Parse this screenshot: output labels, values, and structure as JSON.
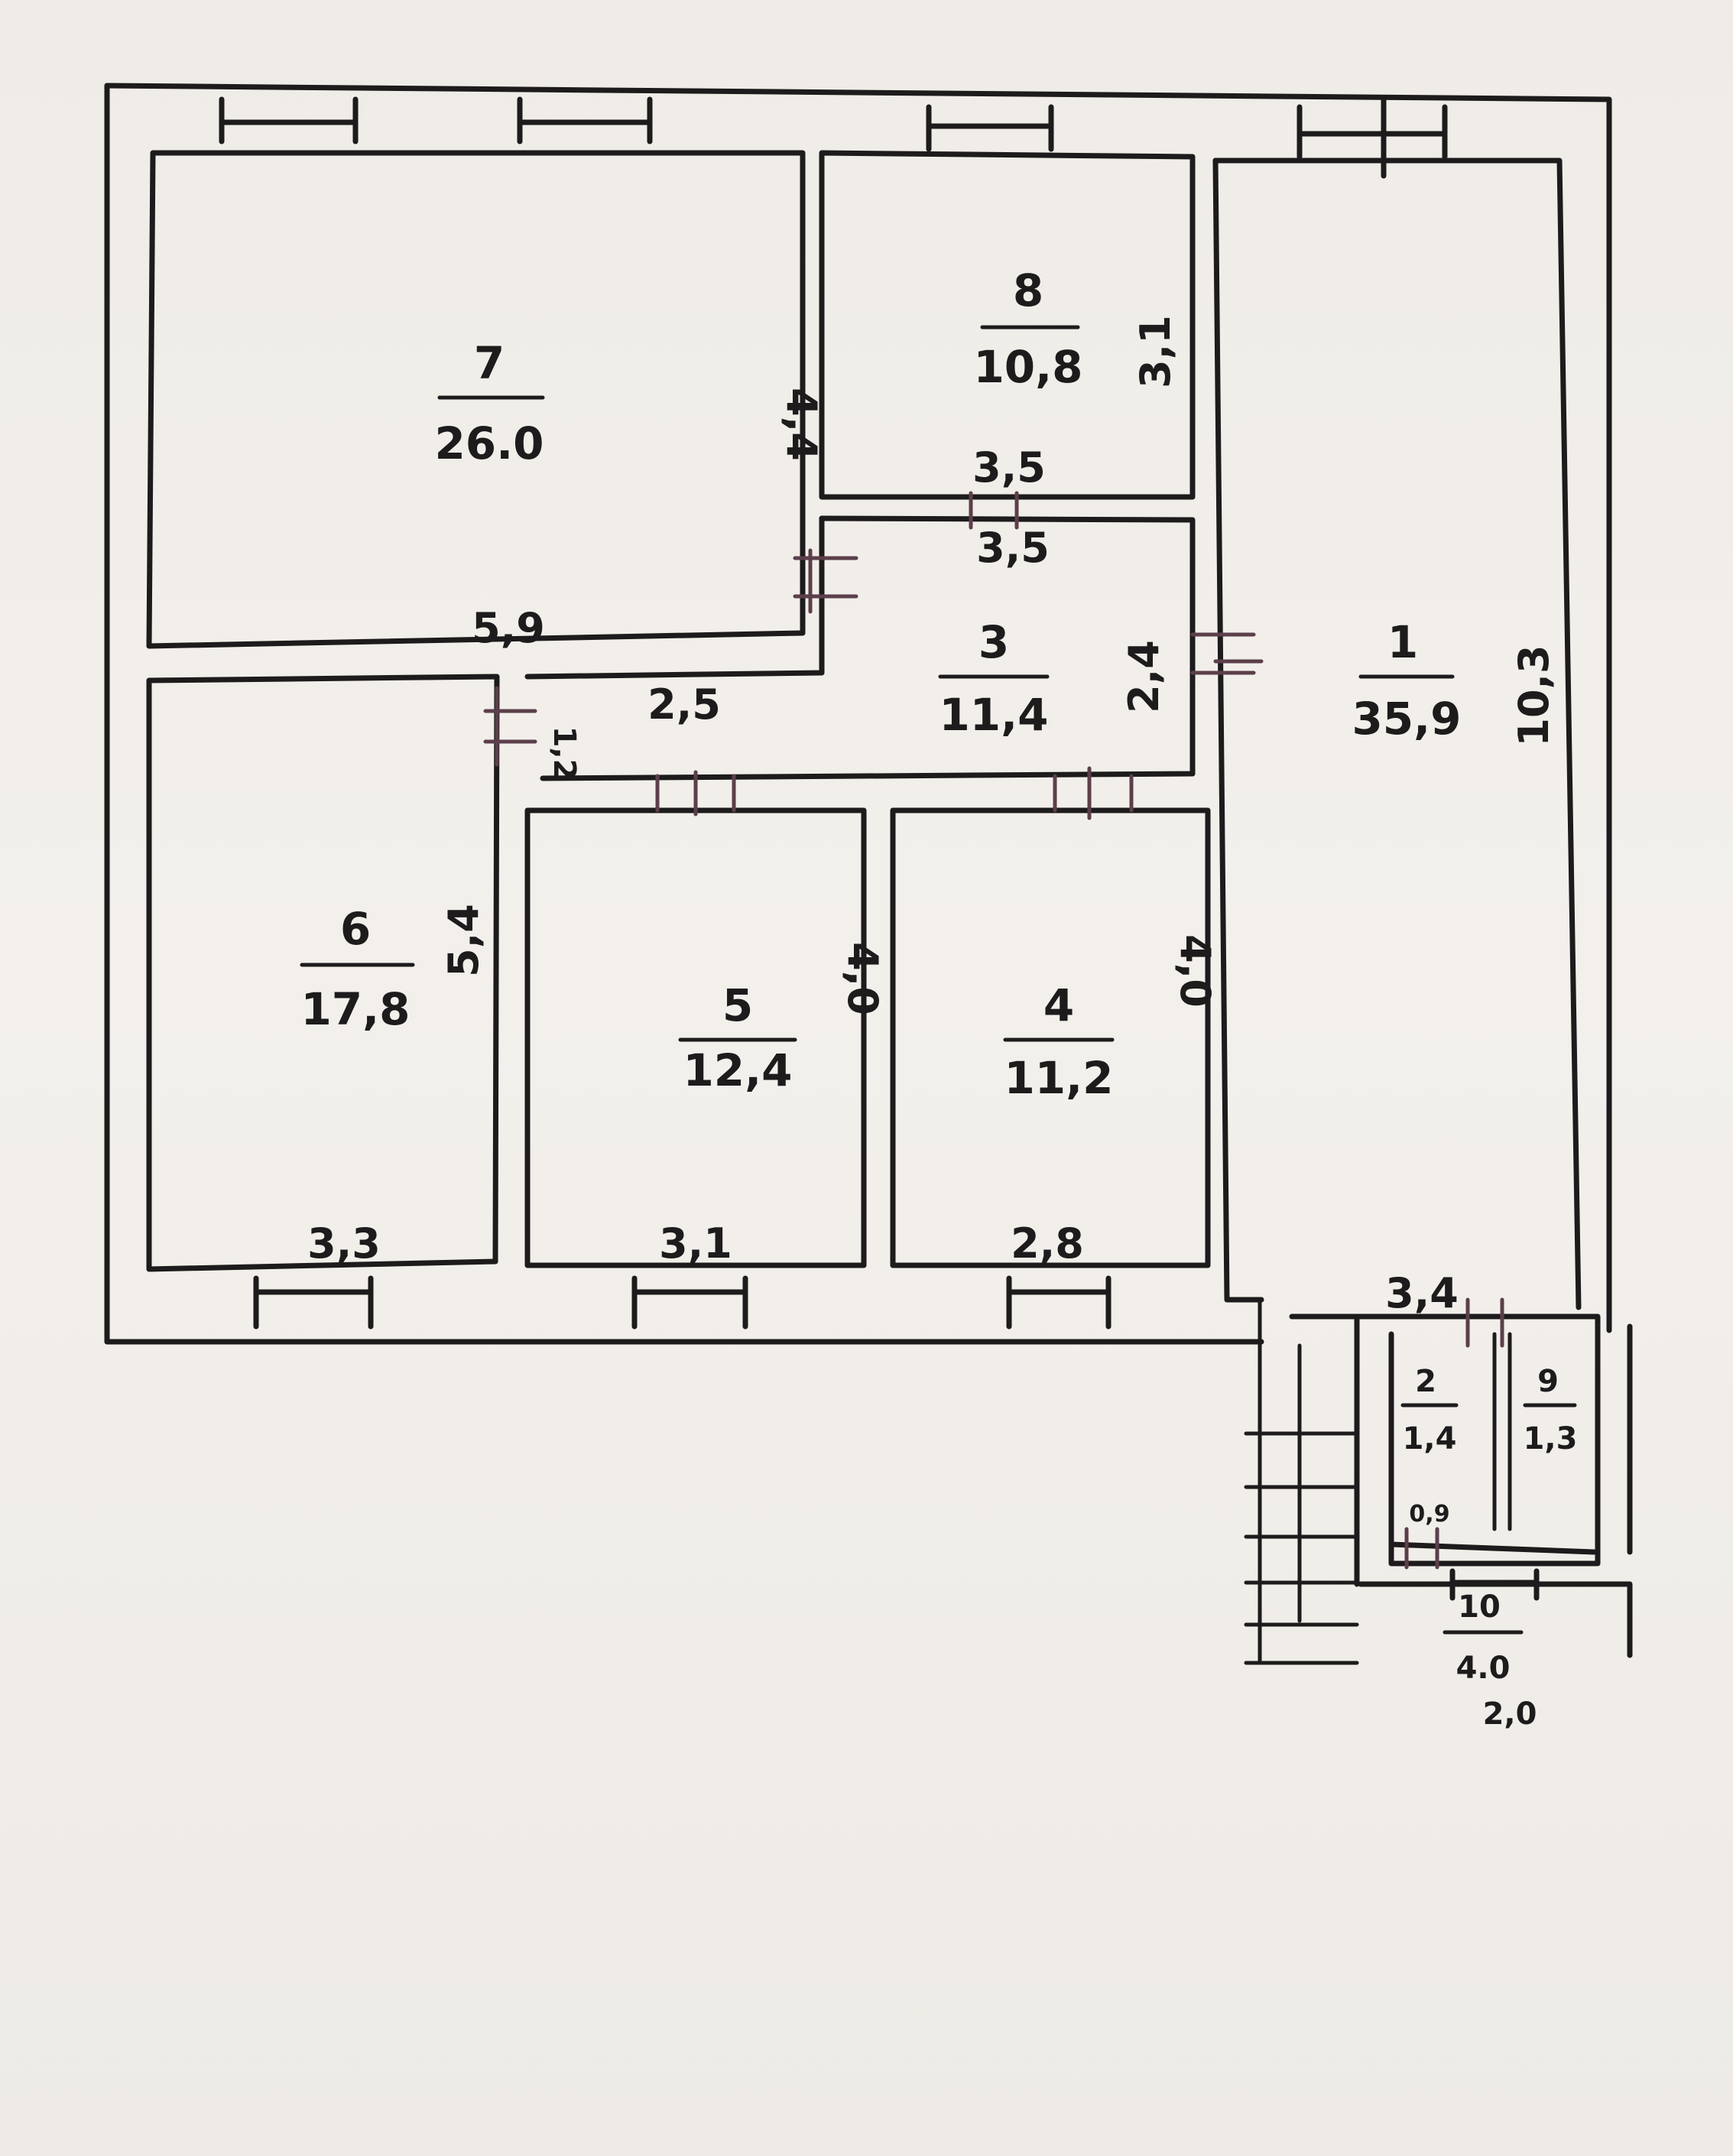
{
  "rooms": [
    {
      "id": "room-7",
      "number": "7",
      "area": "26.0"
    },
    {
      "id": "room-8",
      "number": "8",
      "area": "10,8"
    },
    {
      "id": "room-3",
      "number": "3",
      "area": "11,4"
    },
    {
      "id": "room-1",
      "number": "1",
      "area": "35,9"
    },
    {
      "id": "room-6",
      "number": "6",
      "area": "17,8"
    },
    {
      "id": "room-5",
      "number": "5",
      "area": "12,4"
    },
    {
      "id": "room-4",
      "number": "4",
      "area": "11,2"
    },
    {
      "id": "room-2",
      "number": "2",
      "area": "1,4"
    },
    {
      "id": "room-9",
      "number": "9",
      "area": "1,3"
    },
    {
      "id": "room-10",
      "number": "10",
      "area": "4.0"
    }
  ],
  "dimensions": {
    "room7_width": "5,9",
    "room7_height": "4,4",
    "room8_height": "3,1",
    "room8_width": "3,5",
    "room3_width": "3,5",
    "room3_height": "2,4",
    "corridor_width": "2,5",
    "corridor_depth": "1,2",
    "room1_length": "10,3",
    "room6_height": "5,4",
    "room6_width": "3,3",
    "room5_height": "4,0",
    "room5_width": "3,1",
    "room4_height": "4,0",
    "room4_width": "2,8",
    "annex_width": "3,4",
    "room2_width": "0,9",
    "room10_width": "2,0"
  }
}
